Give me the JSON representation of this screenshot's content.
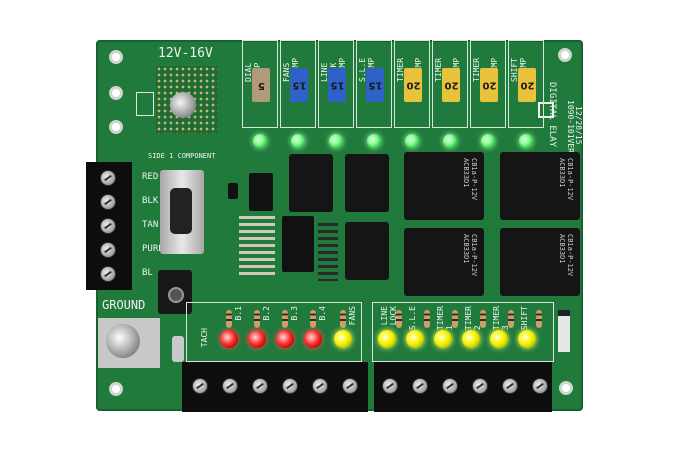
{
  "board": {
    "voltage_label": "12V-16V",
    "ground_label": "GROUND",
    "component_side_label": "SIDE 1 COMPONENT",
    "brand_text": "DIGITAL ELAY",
    "part_number": "1090-101VERS 2",
    "date_code": "12/28/15",
    "colors": {
      "pcb": "#1f7a3c",
      "fuse_tan": "#b09a7a",
      "fuse_blue": "#2f62c9",
      "fuse_yellow": "#e8c23a"
    }
  },
  "fuses": [
    {
      "label": "DIAL\n5AMP",
      "rating": "5",
      "color": "#b09a7a"
    },
    {
      "label": "FANS\n15AMP",
      "rating": "15",
      "color": "#2f62c9"
    },
    {
      "label": "LINE\nLOCK\n15AMP",
      "rating": "15",
      "color": "#2f62c9"
    },
    {
      "label": "S.L.E\n15AMP",
      "rating": "15",
      "color": "#2f62c9"
    },
    {
      "label": "TIMER\n1\n20AMP",
      "rating": "20",
      "color": "#e8c23a"
    },
    {
      "label": "TIMER\n2\n20AMP",
      "rating": "20",
      "color": "#e8c23a"
    },
    {
      "label": "TIMER\n3\n20AMP",
      "rating": "20",
      "color": "#e8c23a"
    },
    {
      "label": "SHIFT\n20AMP",
      "rating": "20",
      "color": "#e8c23a"
    }
  ],
  "left_terminals": [
    {
      "label": "RED"
    },
    {
      "label": "BLK"
    },
    {
      "label": "TAN"
    },
    {
      "label": "PURP"
    },
    {
      "label": "BL"
    }
  ],
  "bottom_labels": {
    "tach": "TACH",
    "red_leds": [
      "B.1",
      "B.2",
      "B.3",
      "B.4"
    ],
    "fans": "FANS",
    "right_group": [
      "LINE\nLOCK",
      "S.L.E",
      "TIMER\n1",
      "TIMER\n2",
      "TIMER\n3",
      "SHIFT"
    ]
  },
  "relays": [
    {
      "text": "CB1a-P-12V\nACB33D1"
    },
    {
      "text": "CB1a-P-12V\nACB33D1"
    },
    {
      "text": "CB1a-P-12V\nACB33D1"
    },
    {
      "text": "CB1a-P-12V\nACB33D1"
    }
  ]
}
